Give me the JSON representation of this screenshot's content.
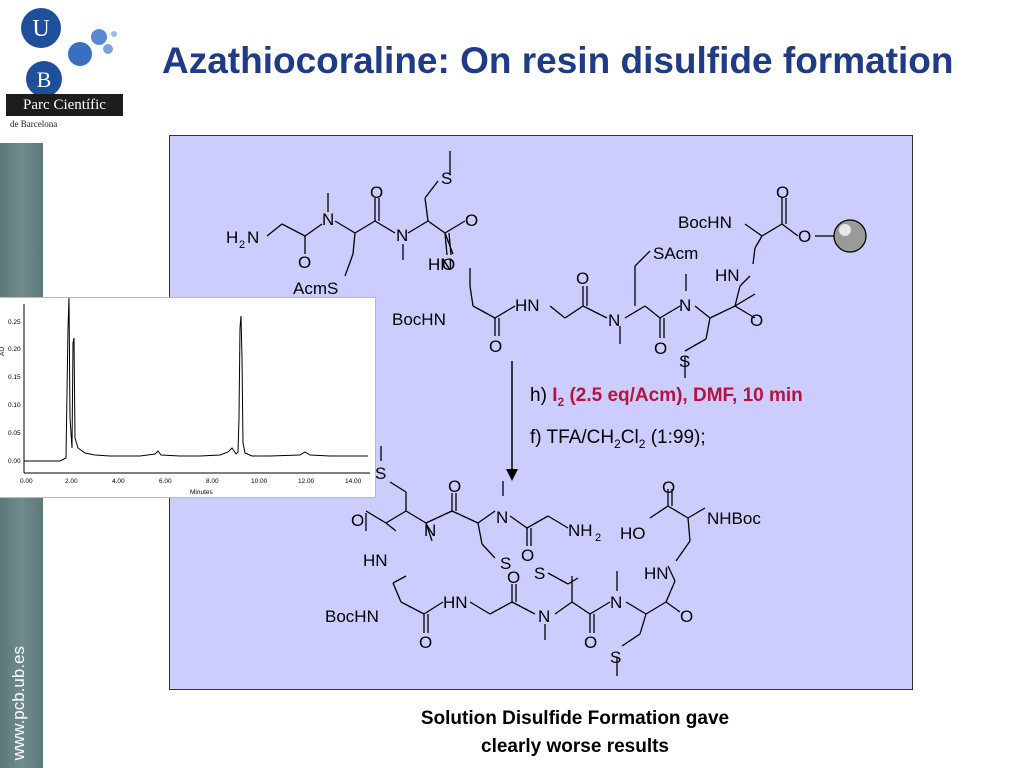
{
  "slide": {
    "title": "Azathiocoraline: On resin disulfide formation",
    "sidebar_url": "www.pcb.ub.es",
    "caption_line1": "Solution Disulfide Formation gave",
    "caption_line2": "clearly worse results"
  },
  "logo": {
    "letter_top": "U",
    "letter_bottom": "B",
    "name": "Parc Científic",
    "sub": "de Barcelona",
    "colors": {
      "dark_blue": "#1f4e9a",
      "mid_blue": "#4f7fcc",
      "light_blue": "#8fb4e8"
    }
  },
  "conditions": {
    "h_prefix": "h)",
    "h_reagent": "I",
    "h_sub": "2",
    "h_rest": "(2.5 eq/Acm), DMF, 10 min",
    "f_text1": "f) TFA/CH",
    "f_sub1": "2",
    "f_text2": "Cl",
    "f_sub2": "2",
    "f_text3": "(1:99);"
  },
  "structure_top": {
    "labels": [
      "H",
      "2",
      "N",
      "N",
      "O",
      "O",
      "AcmS",
      "O",
      "S",
      "N",
      "O",
      "HN",
      "BocHN",
      "O",
      "HN",
      "O",
      "N",
      "SAcm",
      "O",
      "N",
      "O",
      "S",
      "HN",
      "BocHN",
      "O",
      "O"
    ]
  },
  "structure_bottom": {
    "labels": [
      "S",
      "O",
      "N",
      "O",
      "N",
      "O",
      "NH",
      "2",
      "HO",
      "O",
      "NHBoc",
      "HN",
      "S",
      "S",
      "O",
      "HN",
      "BocHN",
      "O",
      "HN",
      "N",
      "O",
      "N",
      "O",
      "S"
    ]
  },
  "chromatogram": {
    "y_axis_label": "AU",
    "x_axis_label": "Minutes",
    "y_ticks": [
      "0.25",
      "0.20",
      "0.15",
      "0.10",
      "0.05",
      "0.00"
    ],
    "x_ticks": [
      "0.00",
      "2.00",
      "4.00",
      "6.00",
      "8.00",
      "10.00",
      "12.00",
      "14.00"
    ]
  },
  "colors": {
    "title": "#1f3b86",
    "scheme_bg": "#ccccff",
    "reagent_red": "#b5143c",
    "sidebar": "#5d7878"
  }
}
